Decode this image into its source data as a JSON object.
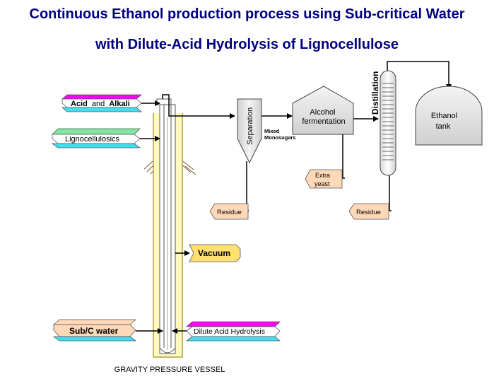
{
  "title": {
    "line1": "Continuous Ethanol production process using Sub-critical Water",
    "line2": "with Dilute-Acid Hydrolysis of Lignocellulose"
  },
  "inputs": {
    "acid": "Acid",
    "and": "and",
    "alkali": "Alkali",
    "lignocellulosics": "Lignocellulosics",
    "subc_water": "Sub/C water",
    "dilute_acid": "Dilute Acid Hydrolysis"
  },
  "outputs": {
    "vacuum": "Vacuum",
    "residue_1": "Residue",
    "residue_2": "Residue",
    "extra_yeast_line1": "Extra",
    "extra_yeast_line2": "yeast"
  },
  "units": {
    "separation": "Separation",
    "mixed_line1": "Mixed",
    "mixed_line2": "Monosugars",
    "fermentation_line1": "Alcohol",
    "fermentation_line2": "fermentation",
    "distillation": "Distillation",
    "tank_line1": "Ethanol",
    "tank_line2": "tank"
  },
  "vessel": {
    "label": "GRAVITY PRESSURE VESSEL"
  },
  "colors": {
    "title": "#000080",
    "acid_stripe": "#ff00ff",
    "cyan_stripe": "#40e0f0",
    "peach": "#ffd8b8",
    "vessel_fill": "#fffac0",
    "vacuum_fill": "#ffe070",
    "unit_fill": "#e4e4e4"
  }
}
